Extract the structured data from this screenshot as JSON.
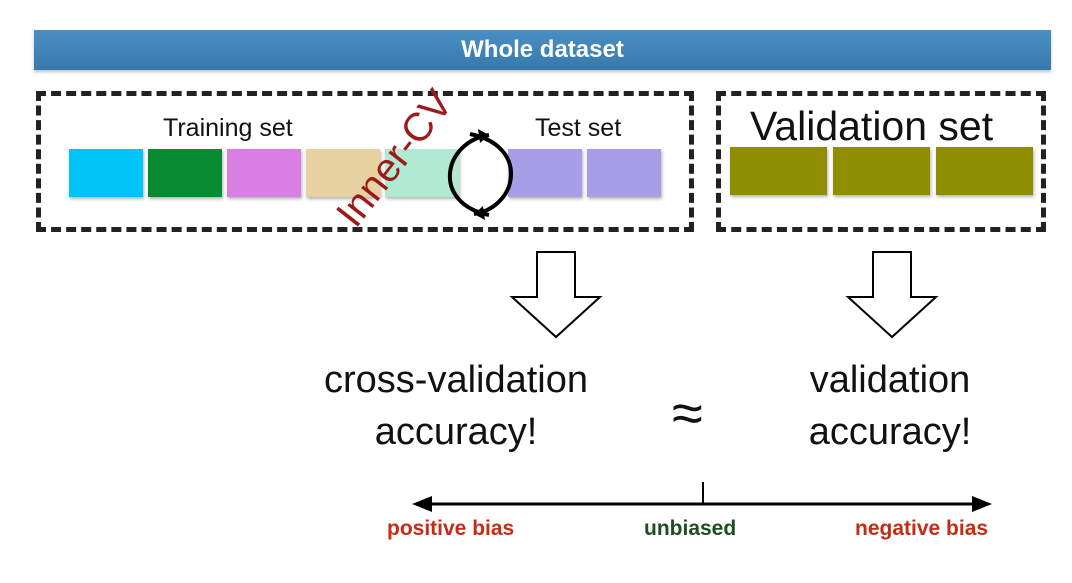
{
  "banner": {
    "title": "Whole dataset"
  },
  "inner_section": {
    "training_label": "Training set",
    "test_label": "Test set",
    "rotated_label": "Inner-CV",
    "rotated_label_color": "#9b1b1b",
    "fold_colors": [
      "#00c3f7",
      "#078a32",
      "#d97fe3",
      "#e8d2a2",
      "#b0ead3",
      "#a79ee6",
      "#a79ee6"
    ]
  },
  "validation_section": {
    "label": "Validation set",
    "fold_colors": [
      "#8f8e00",
      "#8f8e00",
      "#8f8e00"
    ]
  },
  "results": {
    "cv_accuracy_line1": "cross-validation",
    "cv_accuracy_line2": "accuracy!",
    "approx_symbol": "≈",
    "val_accuracy_line1": "validation",
    "val_accuracy_line2": "accuracy!"
  },
  "bias_axis": {
    "left": "positive bias",
    "center": "unbiased",
    "right": "negative bias",
    "left_color": "#c62b16",
    "center_color": "#1f4d1f",
    "right_color": "#c62b16"
  }
}
